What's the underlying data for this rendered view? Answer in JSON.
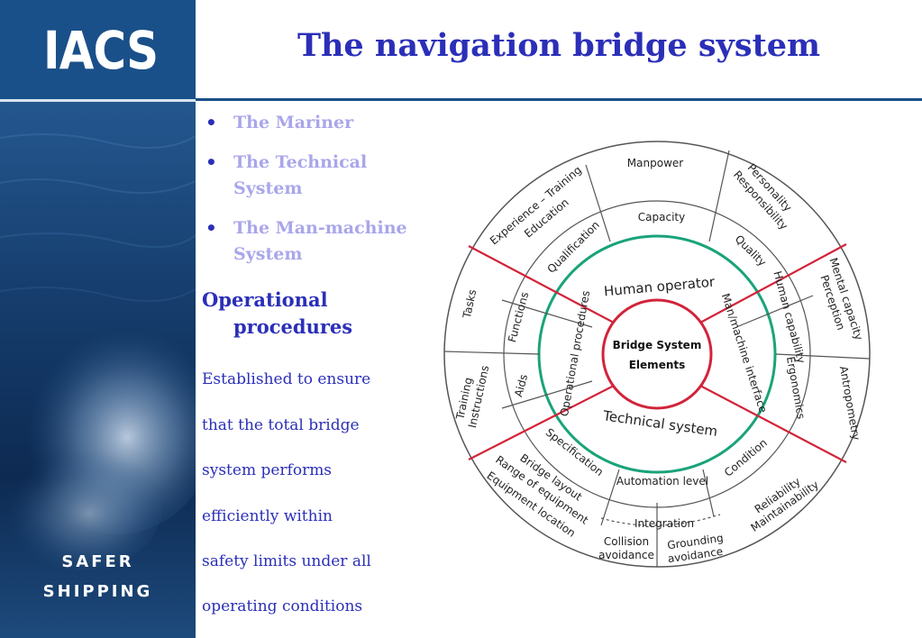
{
  "brand": {
    "logo": "IACS",
    "tagline_line1": "SAFER",
    "tagline_line2": "SHIPPING"
  },
  "title": "The navigation bridge system",
  "bullets": [
    {
      "line1": "The Mariner",
      "line2": ""
    },
    {
      "line1": "The Technical",
      "line2": "System"
    },
    {
      "line1": "The Man-machine",
      "line2": "System"
    }
  ],
  "operational": {
    "line1": "Operational",
    "line2": "procedures"
  },
  "description_lines": [
    "Established to ensure",
    "that the total bridge",
    "system performs",
    "efficiently within",
    "safety limits under all",
    "operating conditions"
  ],
  "diagram": {
    "center_line1": "Bridge System",
    "center_line2": "Elements",
    "inner_ring": [
      "Human operator",
      "Man/machine interface",
      "Technical system",
      "Operational procedures"
    ],
    "middle_ring": [
      "Capacity",
      "Quality",
      "Human capability",
      "Ergonomics",
      "Condition",
      "Automation level",
      "Specification",
      "Aids",
      "Functions",
      "Qualification"
    ],
    "outer_ring": {
      "manpower": "Manpower",
      "personality_1": "Personality",
      "personality_2": "Responsibility",
      "mental_1": "Mental capacity",
      "mental_2": "Perception",
      "antropometry": "Antropometry",
      "reliability_1": "Reliability",
      "reliability_2": "Maintainability",
      "integration": "Integration",
      "collision_1": "Collision",
      "collision_2": "avoidance",
      "grounding_1": "Grounding",
      "grounding_2": "avoidance",
      "bridge_1": "Bridge layout",
      "bridge_2": "Range of equipment",
      "bridge_3": "Equipment location",
      "training_1": "Training",
      "training_2": "Instructions",
      "tasks": "Tasks",
      "experience_1": "Experience – Training",
      "experience_2": "Education"
    },
    "colors": {
      "red": "#d2233a",
      "green": "#1aa37a",
      "line": "#555555"
    }
  }
}
